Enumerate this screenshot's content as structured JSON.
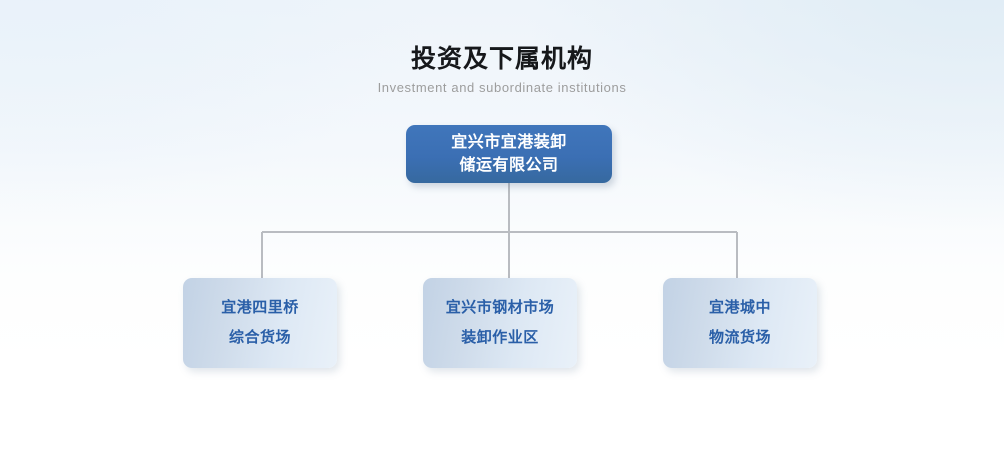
{
  "heading": {
    "title": "投资及下属机构",
    "subtitle": "Investment and subordinate institutions"
  },
  "chart_data": {
    "type": "diagram",
    "diagram_kind": "organization-chart",
    "title": "投资及下属机构",
    "subtitle": "Investment and subordinate institutions",
    "root": {
      "id": "root",
      "lines": [
        "宜兴市宜港装卸",
        "储运有限公司"
      ],
      "text": "宜兴市宜港装卸储运有限公司",
      "fill": "#3b6fb4",
      "text_color": "#ffffff"
    },
    "children": [
      {
        "id": "child-0",
        "lines": [
          "宜港四里桥",
          "综合货场"
        ],
        "text": "宜港四里桥综合货场",
        "fill": "#cddaea",
        "text_color": "#2a5fa8"
      },
      {
        "id": "child-1",
        "lines": [
          "宜兴市钢材市场",
          "装卸作业区"
        ],
        "text": "宜兴市钢材市场装卸作业区",
        "fill": "#cddaea",
        "text_color": "#2a5fa8"
      },
      {
        "id": "child-2",
        "lines": [
          "宜港城中",
          "物流货场"
        ],
        "text": "宜港城中物流货场",
        "fill": "#cddaea",
        "text_color": "#2a5fa8"
      }
    ],
    "edges": [
      {
        "from": "root",
        "to": "child-0"
      },
      {
        "from": "root",
        "to": "child-1"
      },
      {
        "from": "root",
        "to": "child-2"
      }
    ],
    "connector_color": "#b9bcc1",
    "background": "#ffffff"
  }
}
